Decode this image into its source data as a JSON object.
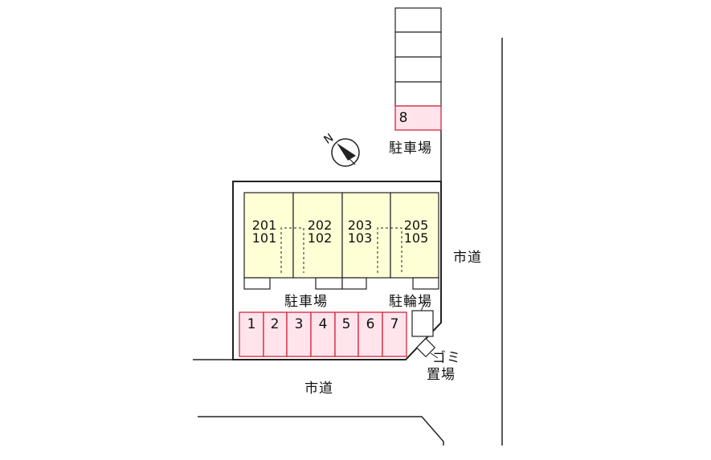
{
  "colors": {
    "line": "#222222",
    "building_fill": "#ffffd6",
    "parking_fill": "#ffe4ec",
    "parking_stroke": "#d8334a"
  },
  "units": [
    {
      "upper": "201",
      "lower": "101"
    },
    {
      "upper": "202",
      "lower": "102"
    },
    {
      "upper": "203",
      "lower": "103"
    },
    {
      "upper": "205",
      "lower": "105"
    }
  ],
  "parking_slots": [
    "1",
    "2",
    "3",
    "4",
    "5",
    "6",
    "7"
  ],
  "parking_slot_top": "8",
  "labels": {
    "parking_top": "駐車場",
    "parking_bottom": "駐車場",
    "bicycle_parking": "駐輪場",
    "garbage_1": "ゴミ",
    "garbage_2": "置場",
    "road_right": "市道",
    "road_bottom": "市道",
    "compass": "N"
  },
  "icons": {
    "compass": "north-arrow-icon"
  }
}
